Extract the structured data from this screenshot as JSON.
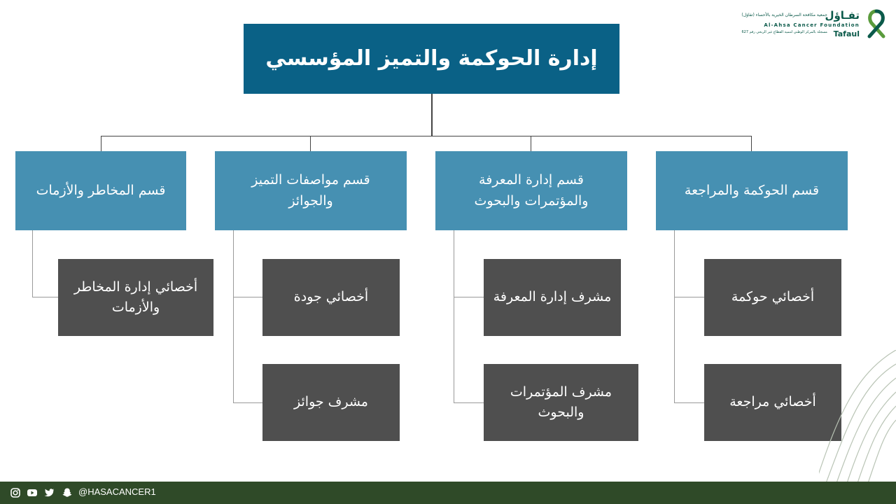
{
  "logo": {
    "name_ar": "تفـاؤل",
    "line1_ar": "جمعية مكافحة السرطان الخيرية بالأحساء (تفاؤل)",
    "name_en": "Al-Ahsa Cancer Foundation",
    "line2_ar": "مسجلة بالمركز الوطني لتنمية القطاع غير الربحي رقم 627",
    "brand": "Tafaul"
  },
  "top": {
    "title": "إدارة الحوكمة والتميز المؤسسي"
  },
  "departments": [
    {
      "label": "قسم الحوكمة والمراجعة",
      "roles": [
        "أخصائي حوكمة",
        "أخصائي مراجعة"
      ]
    },
    {
      "label": "قسم إدارة المعرفة والمؤتمرات والبحوث",
      "roles": [
        "مشرف إدارة المعرفة",
        "مشرف المؤتمرات والبحوث"
      ]
    },
    {
      "label": "قسم مواصفات التميز والجوائز",
      "roles": [
        "أخصائي جودة",
        "مشرف جوائز"
      ]
    },
    {
      "label": "قسم المخاطر والأزمات",
      "roles": [
        "أخصائي إدارة المخاطر والأزمات"
      ]
    }
  ],
  "footer": {
    "handle": "@HASACANCER1",
    "icons": [
      "instagram-icon",
      "youtube-icon",
      "twitter-icon",
      "snapchat-icon"
    ]
  },
  "colors": {
    "top_box": "#0a6186",
    "department_box": "#4690b2",
    "role_box": "#4f4f4f",
    "footer_bar": "#2f4a28",
    "brand_green": "#0b5a4a"
  }
}
